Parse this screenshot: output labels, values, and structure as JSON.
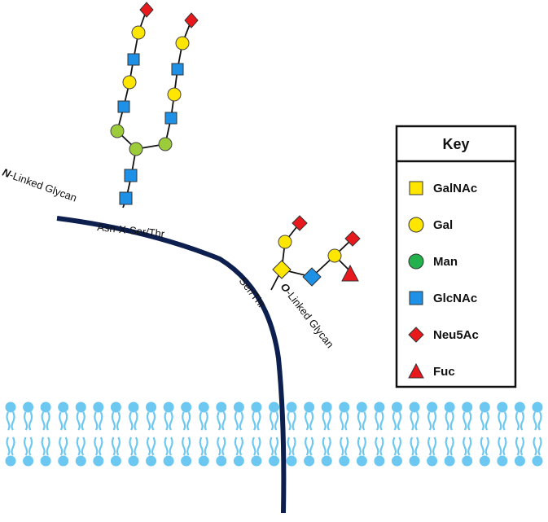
{
  "labels": {
    "n_linked_prefix": "N",
    "n_linked_rest": "-Linked Glycan",
    "asn_site": "Asn-X-Ser/Thr",
    "ser_thr": "Ser/Thr",
    "o_linked_prefix": "O",
    "o_linked_rest": "-Linked Glycan"
  },
  "key": {
    "title": "Key",
    "items": [
      {
        "label": "GalNAc",
        "shape": "square",
        "color": "#ffe600"
      },
      {
        "label": "Gal",
        "shape": "circle",
        "color": "#ffe600"
      },
      {
        "label": "Man",
        "shape": "circle",
        "color": "#23b14d"
      },
      {
        "label": "GlcNAc",
        "shape": "square",
        "color": "#1e90e6"
      },
      {
        "label": "Neu5Ac",
        "shape": "diamond",
        "color": "#e8191d"
      },
      {
        "label": "Fuc",
        "shape": "triangle",
        "color": "#e8191d"
      }
    ]
  },
  "colors": {
    "protein": "#0d1f4f",
    "membrane": "#6cc8f0",
    "bond": "#111111"
  }
}
